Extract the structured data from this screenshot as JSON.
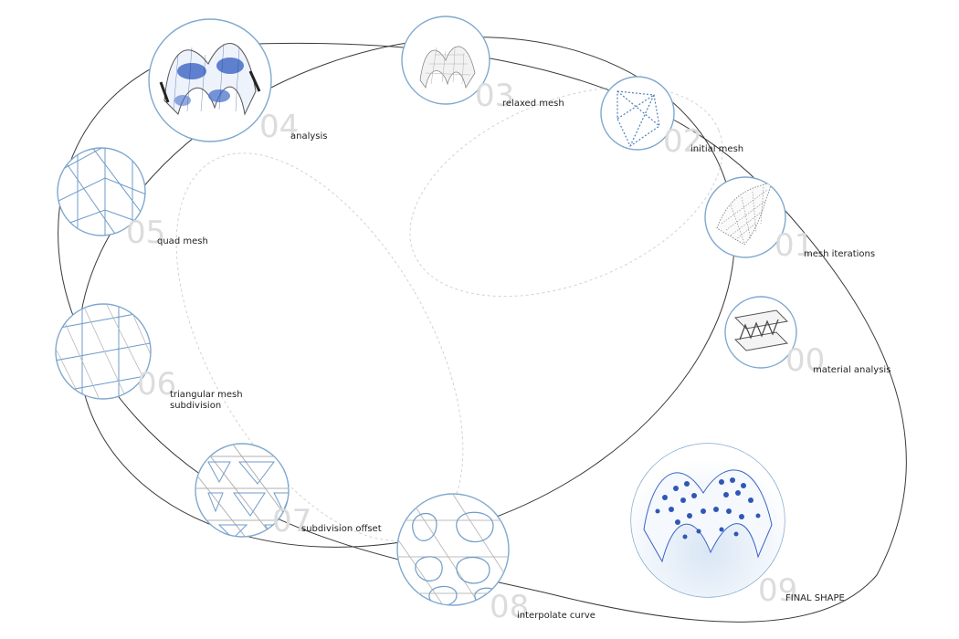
{
  "colors": {
    "ring": "#3a3a3a",
    "dashed": "#cfd3d6",
    "node_stroke": "#7fa8cf",
    "accent_blue": "#3a63c4",
    "mesh_blue": "#6f9bc9",
    "number": "#dcdcdc",
    "label": "#222222"
  },
  "steps": [
    {
      "number": "00",
      "label": "material analysis",
      "icon": "sandwich-panel-icon"
    },
    {
      "number": "01",
      "label": "mesh iterations",
      "icon": "dotted-mesh-surface-icon"
    },
    {
      "number": "02",
      "label": "initial mesh",
      "icon": "dotted-triangle-mesh-icon"
    },
    {
      "number": "03",
      "label": "relaxed mesh",
      "icon": "relaxed-mesh-vault-icon"
    },
    {
      "number": "04",
      "label": "analysis",
      "icon": "stress-analysis-vault-icon"
    },
    {
      "number": "05",
      "label": "quad mesh",
      "icon": "quad-mesh-icon"
    },
    {
      "number": "06",
      "label": "triangular mesh",
      "label2": "subdivision",
      "icon": "triangular-mesh-icon"
    },
    {
      "number": "07",
      "label": "subdivision offset",
      "icon": "subdivision-offset-icon"
    },
    {
      "number": "08",
      "label": "interpolate curve",
      "icon": "interpolate-curve-icon"
    },
    {
      "number": "09",
      "label": "FINAL SHAPE",
      "icon": "perforated-vault-icon"
    }
  ]
}
